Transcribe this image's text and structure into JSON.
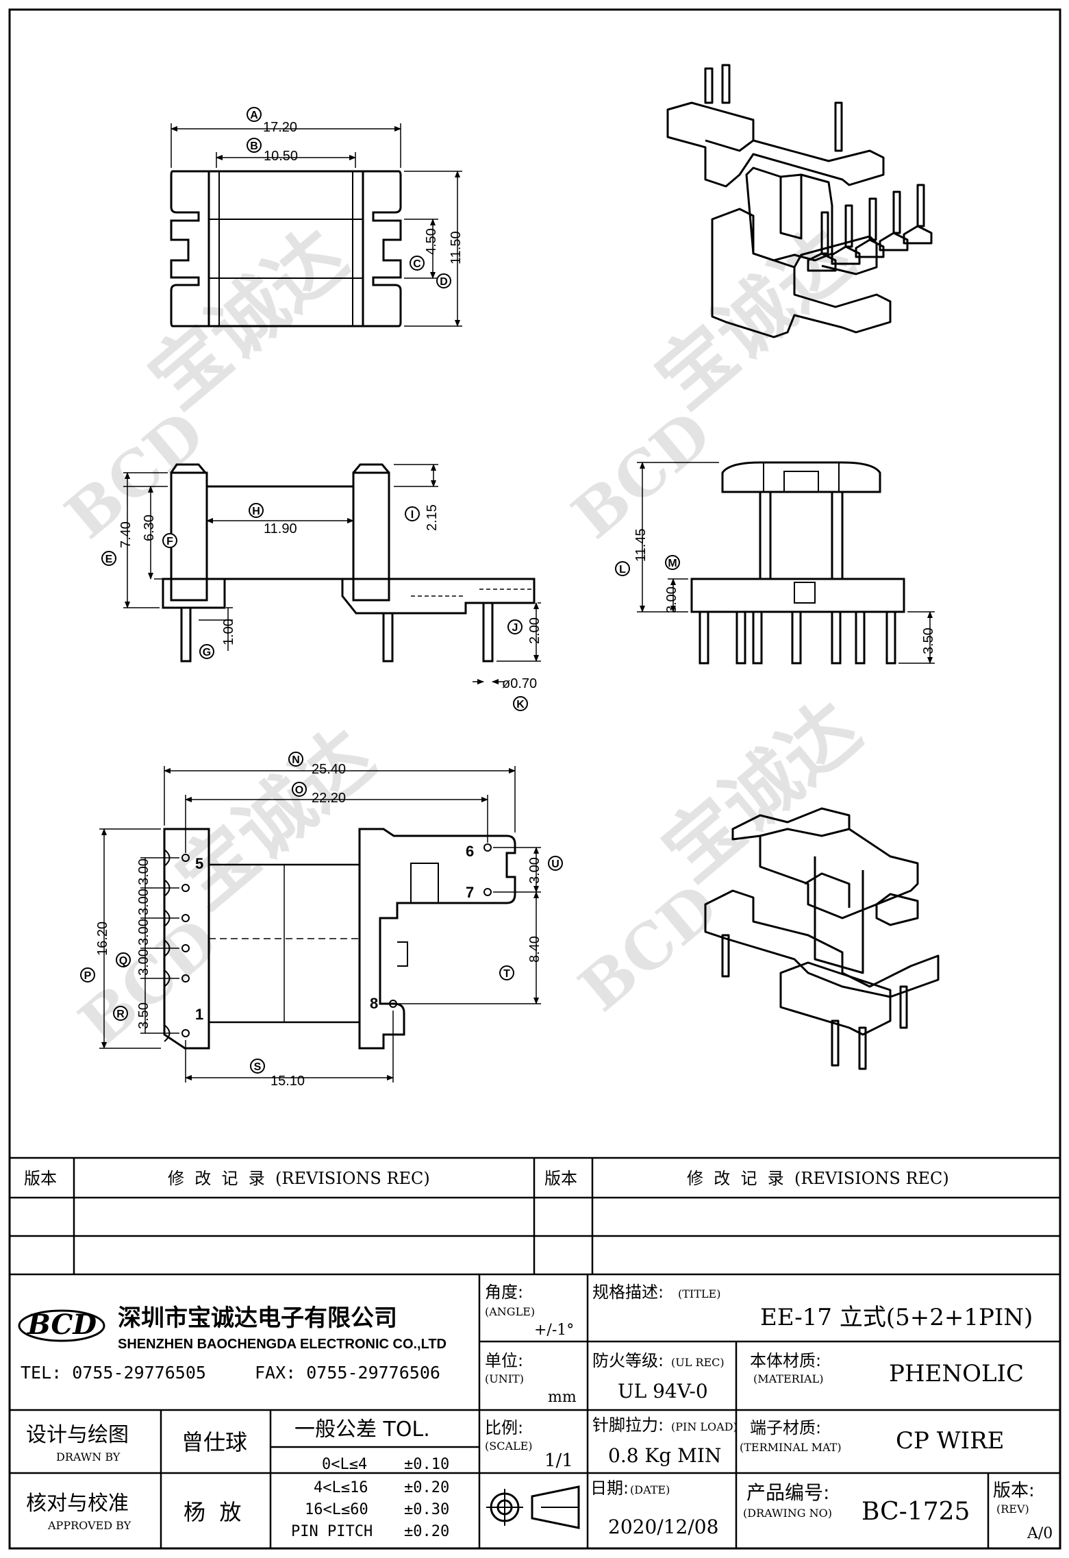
{
  "dims": {
    "top_view": {
      "A": "17.20",
      "B": "10.50",
      "C": "4.50",
      "D": "11.50"
    },
    "side_view": {
      "E": "7.40",
      "F": "6.30",
      "H": "11.90",
      "I": "2.15",
      "G": "1.00",
      "J": "2.00",
      "K": "ø0.70"
    },
    "end_view": {
      "L": "11.45",
      "M": "3.00",
      "pin_len": "3.50"
    },
    "bottom_view": {
      "N": "25.40",
      "O": "22.20",
      "P": "16.20",
      "Q": "3.00",
      "R": "3.50",
      "S": "15.10",
      "T": "8.40",
      "U": "3.00",
      "pitches": [
        "3.00",
        "3.00",
        "3.00"
      ],
      "pins": [
        "5",
        "1",
        "6",
        "7",
        "8"
      ]
    }
  },
  "labels": [
    "A",
    "B",
    "C",
    "D",
    "E",
    "F",
    "G",
    "H",
    "I",
    "J",
    "K",
    "L",
    "M",
    "N",
    "O",
    "P",
    "Q",
    "R",
    "S",
    "T",
    "U"
  ],
  "revisions": {
    "col1": "版本",
    "col2": "修  改  记  录  (REVISIONS REC)",
    "col3": "版本",
    "col4": "修  改  记  录  (REVISIONS REC)"
  },
  "company": {
    "logo": "BCD",
    "name_cn": "深圳市宝诚达电子有限公司",
    "name_en": "SHENZHEN BAOCHENGDA ELECTRONIC CO.,LTD",
    "tel": "TEL: 0755-29776505",
    "fax": "FAX: 0755-29776506"
  },
  "title_block": {
    "angle_label": "角度:",
    "angle_en": "(ANGLE)",
    "angle_value": "+/-1°",
    "title_label": "规格描述:",
    "title_en": "(TITLE)",
    "title_value": "EE-17 立式(5+2+1PIN)",
    "unit_label": "单位:",
    "unit_en": "(UNIT)",
    "unit_value": "mm",
    "ul_label": "防火等级:",
    "ul_en": "(UL REC)",
    "ul_value": "UL 94V-0",
    "material_label": "本体材质:",
    "material_en": "(MATERIAL)",
    "material_value": "PHENOLIC",
    "designer_label": "设计与绘图",
    "designer_en": "DRAWN BY",
    "designer_value": "曾仕球",
    "tol_label": "一般公差 TOL.",
    "tol_rows": [
      {
        "range": "0<L≤4",
        "tol": "±0.10"
      },
      {
        "range": "4<L≤16",
        "tol": "±0.20"
      },
      {
        "range": "16<L≤60",
        "tol": "±0.30"
      },
      {
        "range": "PIN PITCH",
        "tol": "±0.20"
      }
    ],
    "scale_label": "比例:",
    "scale_en": "(SCALE)",
    "scale_value": "1/1",
    "pinload_label": "针脚拉力:",
    "pinload_en": "(PIN LOAD)",
    "pinload_value": "0.8 Kg MIN",
    "terminal_label": "端子材质:",
    "terminal_en": "(TERMINAL MAT)",
    "terminal_value": "CP WIRE",
    "approver_label": "核对与校准",
    "approver_en": "APPROVED BY",
    "approver_value": "杨  放",
    "date_label": "日期:",
    "date_en": "(DATE)",
    "date_value": "2020/12/08",
    "drawing_label": "产品编号:",
    "drawing_en": "(DRAWING NO)",
    "drawing_value": "BC-1725",
    "rev_label": "版本:",
    "rev_en": "(REV)",
    "rev_value": "A/0"
  },
  "watermark": [
    "BCD",
    "宝诚达"
  ]
}
